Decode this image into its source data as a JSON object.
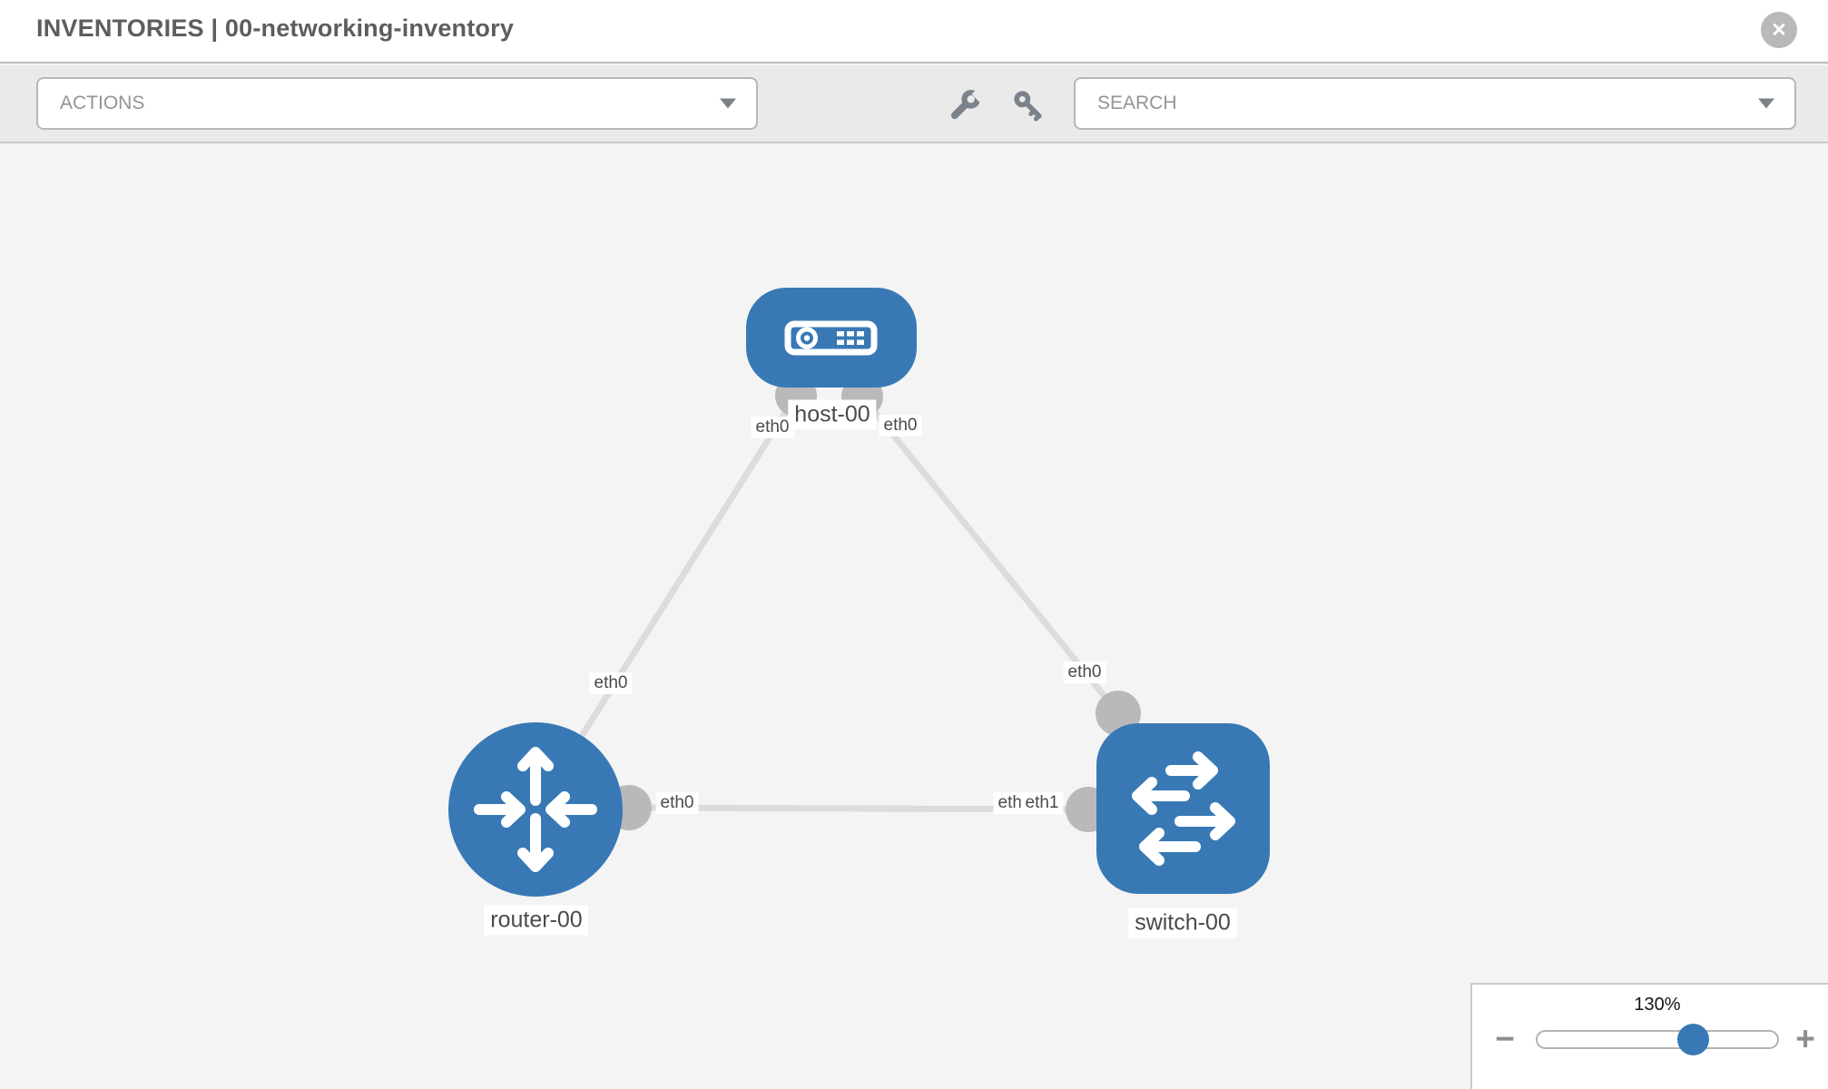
{
  "header": {
    "title": "INVENTORIES | 00-networking-inventory",
    "close_icon": "✕"
  },
  "toolbar": {
    "actions_label": "ACTIONS",
    "search_placeholder": "SEARCH"
  },
  "topology": {
    "nodes": [
      {
        "label": "host-00",
        "type": "host"
      },
      {
        "label": "router-00",
        "type": "router"
      },
      {
        "label": "switch-00",
        "type": "switch"
      }
    ],
    "links": [
      {
        "source": "host-00",
        "target": "router-00",
        "source_interface": "eth0",
        "target_interface": "eth0"
      },
      {
        "source": "host-00",
        "target": "switch-00",
        "source_interface": "eth0",
        "target_interface": "eth0"
      },
      {
        "source": "router-00",
        "target": "switch-00",
        "source_interface": "eth0",
        "target_interface": "eth1"
      }
    ],
    "interface_labels": {
      "host_left": "eth0",
      "host_right": "eth0",
      "link_host_router": "eth0",
      "link_host_switch": "eth0",
      "mid_link_router_end": "eth0",
      "mid_link_switch_end_back": "eth0",
      "mid_link_switch_end_front": "eth1"
    }
  },
  "zoom_control": {
    "level": "130%",
    "minus": "−",
    "plus": "+"
  },
  "colors": {
    "node_blue": "#3879b5",
    "link_gray": "#dcdcdc",
    "connector_gray": "#b9b9b9",
    "toolbar_gray": "#eaeaea",
    "canvas_gray": "#f4f4f4"
  }
}
